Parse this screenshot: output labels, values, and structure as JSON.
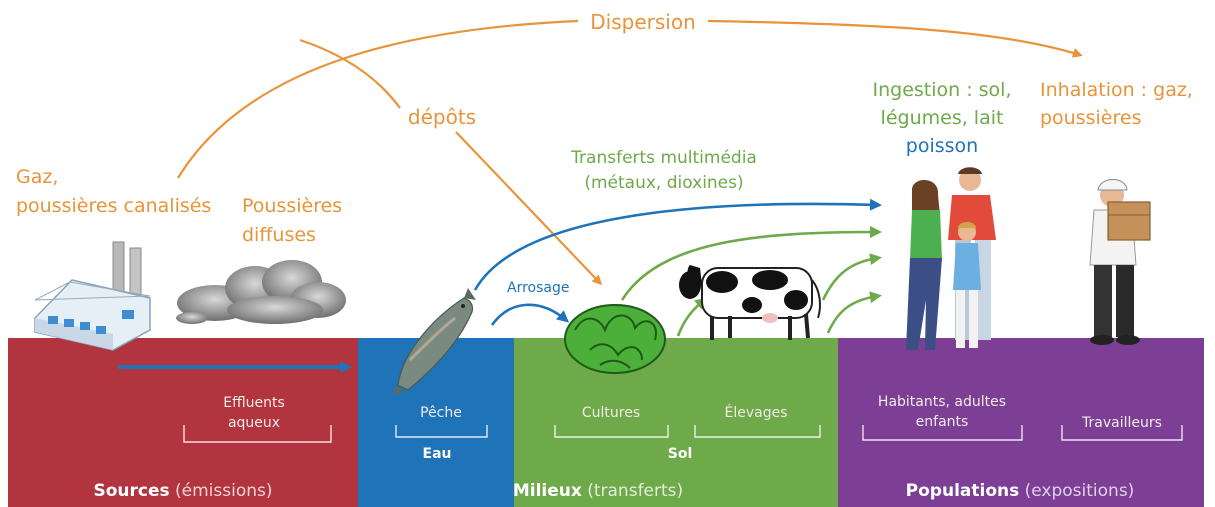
{
  "labels": {
    "dispersion": "Dispersion",
    "depots": "dépôts",
    "gaz_line1": "Gaz,",
    "gaz_line2": "poussières canalisés",
    "poussieres_line1": "Poussières",
    "poussieres_line2": "diffuses",
    "transferts_line1": "Transferts multimédia",
    "transferts_line2": "(métaux, dioxines)",
    "ingestion_line1": "Ingestion : sol,",
    "ingestion_line2": "légumes, lait",
    "ingestion_line3": "poisson",
    "inhalation_line1": "Inhalation : gaz,",
    "inhalation_line2": "poussières",
    "arrosage": "Arrosage"
  },
  "bands": {
    "effluents_line1": "Effluents",
    "effluents_line2": "aqueux",
    "peche": "Pêche",
    "eau": "Eau",
    "cultures": "Cultures",
    "elevages": "Élevages",
    "sol": "Sol",
    "habitants_line1": "Habitants, adultes",
    "habitants_line2": "enfants",
    "travailleurs": "Travailleurs",
    "sources_bold": "Sources",
    "sources_rest": " (émissions)",
    "milieux_bold": "Milieux",
    "milieux_rest": " (transferts)",
    "populations_bold": "Populations",
    "populations_rest": " (expositions)"
  },
  "colors": {
    "sources": "#b2343f",
    "eau": "#1f73b8",
    "sol": "#6ea94a",
    "populations": "#7c3f95",
    "orange": "#e8943a",
    "flow_blue": "#1f73b8",
    "flow_green": "#6ea94a"
  },
  "icons": [
    "factory-icon",
    "dust-cloud-icon",
    "fish-icon",
    "lettuce-icon",
    "cow-icon",
    "family-icon",
    "worker-icon"
  ]
}
